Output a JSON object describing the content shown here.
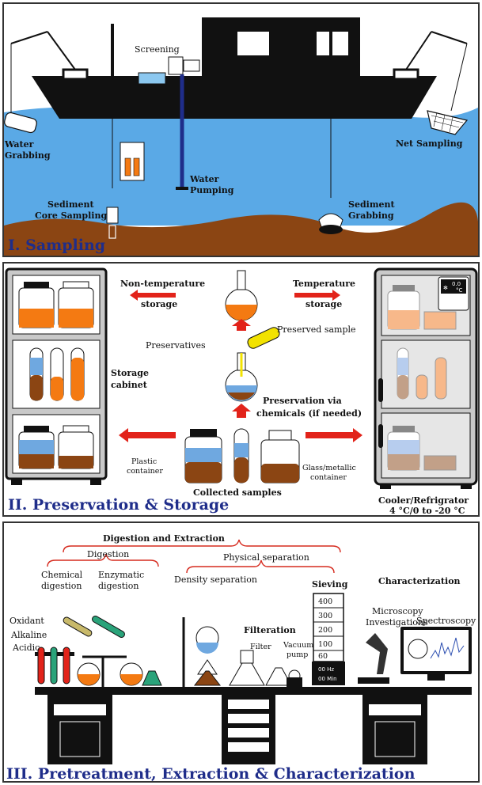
{
  "colors": {
    "sea": "#5aa9e6",
    "sediment": "#8b4513",
    "ship": "#111111",
    "title_sampling": "#1f2d8a",
    "title_other": "#1f2d8a",
    "orange": "#f47a12",
    "arrow_red": "#e2231a",
    "brace_red": "#d62b1f"
  },
  "section1": {
    "title": "I. Sampling",
    "labels": {
      "screening": "Screening",
      "water_grabbing_1": "Water",
      "water_grabbing_2": "Grabbing",
      "net_sampling": "Net Sampling",
      "water_pumping_1": "Water",
      "water_pumping_2": "Pumping",
      "sediment_core_1": "Sediment",
      "sediment_core_2": "Core Sampling",
      "sediment_grab_1": "Sediment",
      "sediment_grab_2": "Grabbing"
    }
  },
  "section2": {
    "title": "II. Preservation & Storage",
    "labels": {
      "nontemp_1": "Non-temperature",
      "nontemp_2": "storage",
      "temp_1": "Temperature",
      "temp_2": "storage",
      "preserved": "Preserved sample",
      "preservatives": "Preservatives",
      "storage_cabinet_1": "Storage",
      "storage_cabinet_2": "cabinet",
      "via_chem_1": "Preservation via",
      "via_chem_2": "chemicals (if needed)",
      "plastic_1": "Plastic",
      "plastic_2": "container",
      "glass_1": "Glass/metallic",
      "glass_2": "container",
      "collected": "Collected samples",
      "cooler_1": "Cooler/Refrigrator",
      "cooler_2": "4 °C/0 to -20 °C",
      "display_1": "0.0",
      "display_2": "°C"
    }
  },
  "section3": {
    "title": "III. Pretreatment, Extraction & Characterization",
    "labels": {
      "digestion_extraction": "Digestion and Extraction",
      "digestion": "Digestion",
      "physical_separation": "Physical separation",
      "chemical_1": "Chemical",
      "chemical_2": "digestion",
      "enzymatic_1": "Enzymatic",
      "enzymatic_2": "digestion",
      "density": "Density separation",
      "sieving": "Sieving",
      "characterization": "Characterization",
      "oxidant": "Oxidant",
      "alkaline": "Alkaline",
      "acidic": "Acidic",
      "filteration": "Filteration",
      "filter": "Filter",
      "vacuum_1": "Vacuum",
      "vacuum_2": "pump",
      "microscopy_1": "Microscopy",
      "microscopy_2": "Investigations",
      "spectroscopy": "Spectroscopy",
      "hz": "00 Hz",
      "min": "00 Min",
      "sieve_ticks": [
        "400",
        "300",
        "200",
        "100",
        "60"
      ]
    }
  }
}
